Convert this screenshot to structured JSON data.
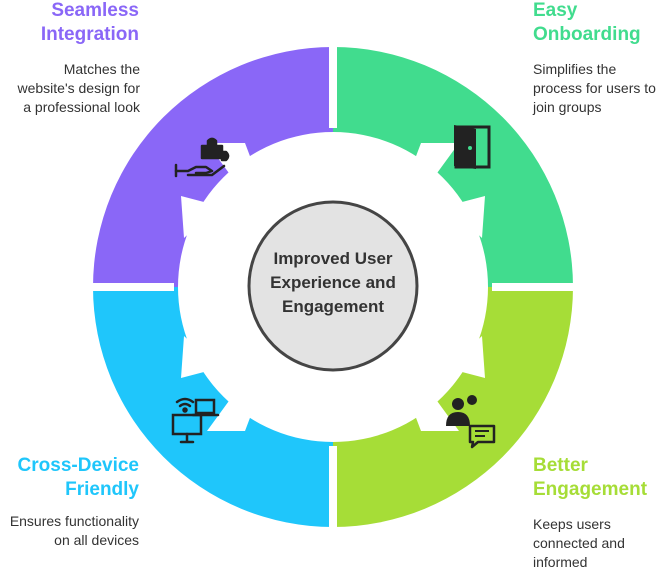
{
  "center": {
    "label": "Improved User\nExperience and\nEngagement"
  },
  "segments": [
    {
      "id": "integration",
      "title": "Seamless\nIntegration",
      "description": "Matches the\nwebsite's design for\na professional look",
      "color": "#8a67f7",
      "title_color": "#8a67f7",
      "icon": "puzzle-hand-icon"
    },
    {
      "id": "onboarding",
      "title": "Easy\nOnboarding",
      "description": "Simplifies the\nprocess for users to\njoin groups",
      "color": "#41dc8e",
      "title_color": "#41dc8e",
      "icon": "door-icon"
    },
    {
      "id": "engagement",
      "title": "Better\nEngagement",
      "description": "Keeps users\nconnected and\ninformed",
      "color": "#a6dd37",
      "title_color": "#a6dd37",
      "icon": "users-chat-icon"
    },
    {
      "id": "cross-device",
      "title": "Cross-Device\nFriendly",
      "description": "Ensures functionality\non all devices",
      "color": "#1fc6fb",
      "title_color": "#1fc6fb",
      "icon": "devices-icon"
    }
  ]
}
